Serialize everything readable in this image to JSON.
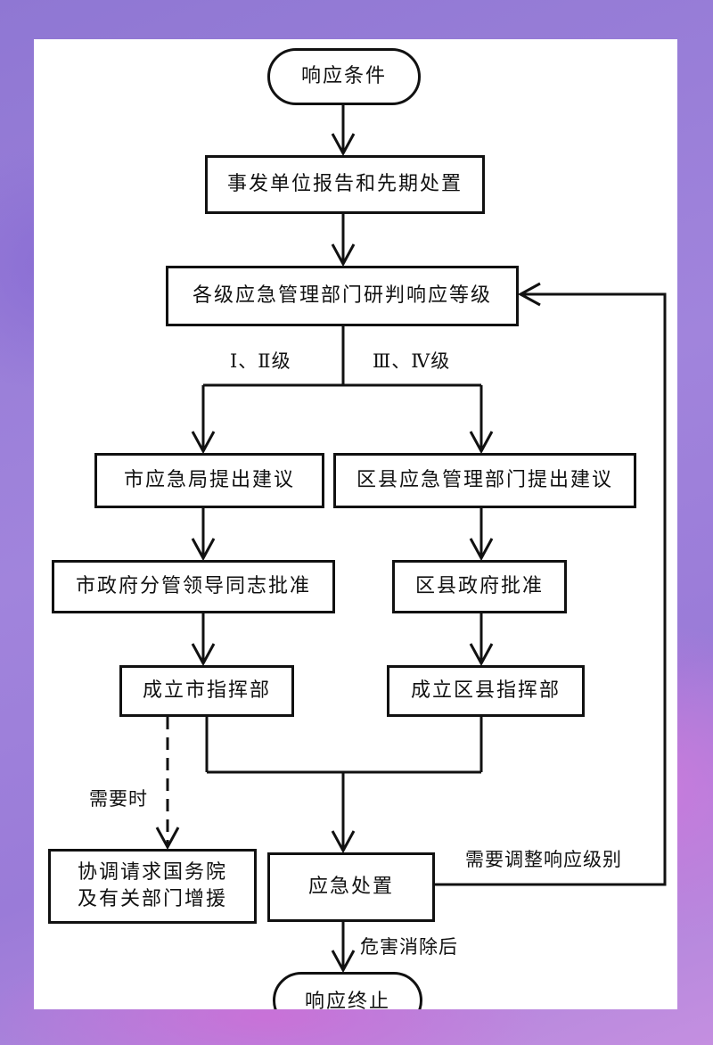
{
  "diagram": {
    "nodes": {
      "start": "响应条件",
      "report": "事发单位报告和先期处置",
      "assess": "各级应急管理部门研判响应等级",
      "city_suggest": "市应急局提出建议",
      "county_suggest": "区县应急管理部门提出建议",
      "city_approve": "市政府分管领导同志批准",
      "county_approve": "区县政府批准",
      "city_command": "成立市指挥部",
      "county_command": "成立区县指挥部",
      "coordinate_line1": "协调请求国务院",
      "coordinate_line2": "及有关部门增援",
      "handle": "应急处置",
      "end": "响应终止"
    },
    "edge_labels": {
      "level_high": "Ⅰ、Ⅱ级",
      "level_low": "Ⅲ、Ⅳ级",
      "when_needed": "需要时",
      "adjust_level": "需要调整响应级别",
      "after_clear": "危害消除后"
    }
  }
}
